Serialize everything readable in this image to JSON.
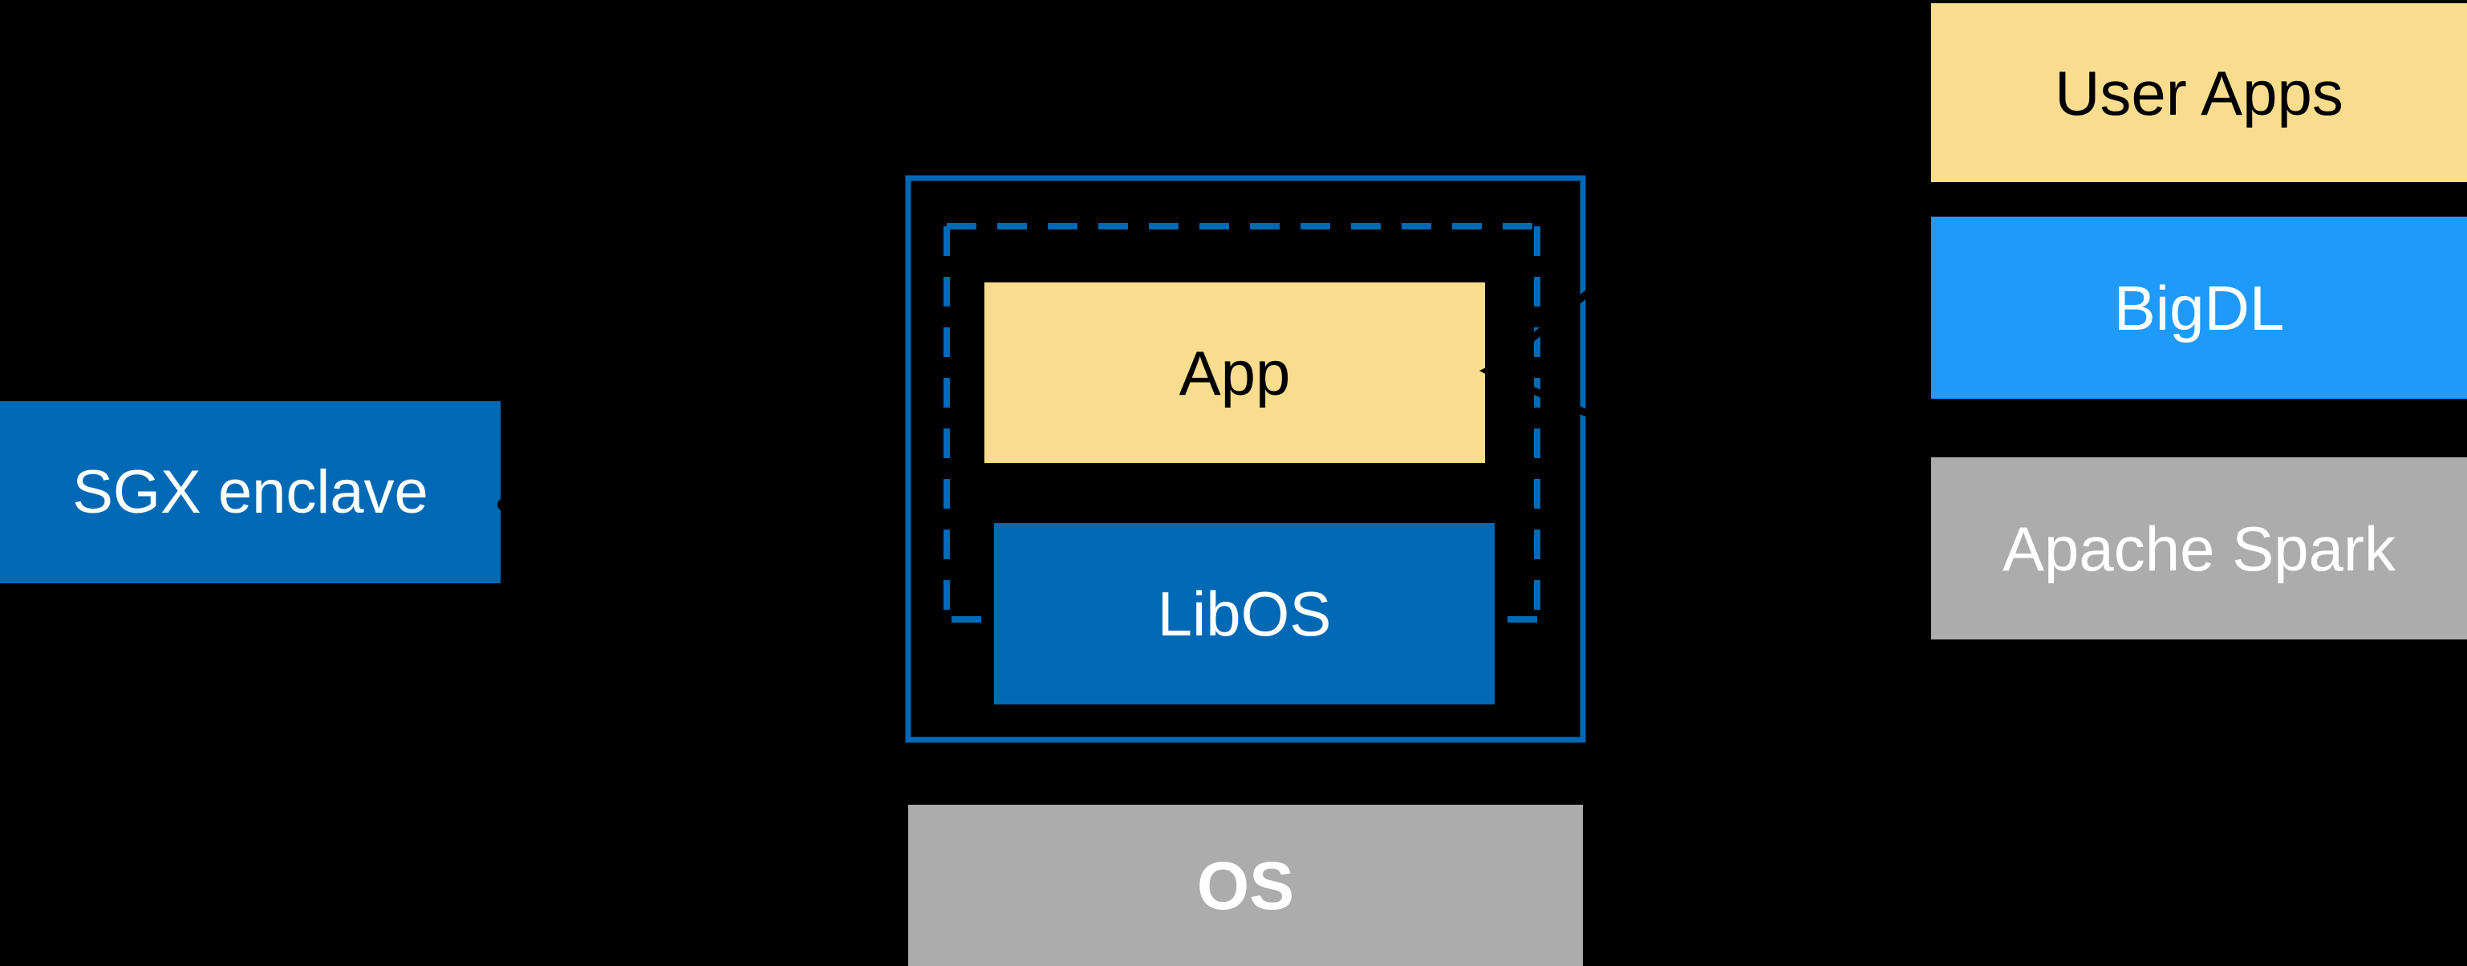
{
  "colors": {
    "background": "#000000",
    "intel_blue": "#0069B5",
    "bright_blue": "#1E9AFB",
    "yellow": "#F7DD8D",
    "gray": "#ACACAC",
    "ink_black": "#000000",
    "text_white": "#FFFFFF",
    "text_black": "#000000"
  },
  "sgx_callout": {
    "label": "SGX enclave"
  },
  "enclave": {
    "app_label": "App",
    "libos_label": "LibOS"
  },
  "os": {
    "label": "OS"
  },
  "stack": {
    "items": [
      {
        "label": "User Apps"
      },
      {
        "label": "BigDL"
      },
      {
        "label": "Apache Spark"
      }
    ]
  },
  "icons": {
    "callout_dot_icon": "dot",
    "arrowhead_icon": "left-arrowhead"
  }
}
